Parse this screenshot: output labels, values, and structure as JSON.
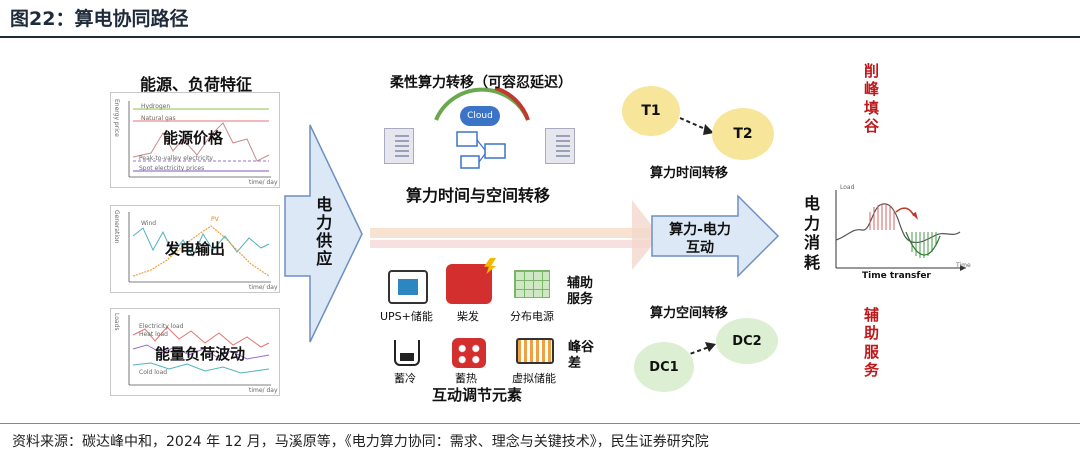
{
  "header": {
    "title": "图22：算电协同路径"
  },
  "source": "资料来源：碳达峰中和，2024 年 12 月，马溪原等，《电力算力协同：需求、理念与关键技术》，民生证券研究院",
  "left": {
    "heading": "能源、负荷特征",
    "panels": [
      {
        "label": "能源价格",
        "ylabel": "Energy price",
        "xlabel": "time/ day",
        "legend": [
          "Hydrogen",
          "Natural gas",
          "Peak-to-valley electricity",
          "Spot electricity prices"
        ]
      },
      {
        "label": "发电输出",
        "ylabel": "Generation",
        "xlabel": "time/ day",
        "legend": [
          "Wind",
          "PV"
        ]
      },
      {
        "label": "能量负荷波动",
        "ylabel": "Loads",
        "xlabel": "time/ day",
        "legend": [
          "Electricity load",
          "Heat load",
          "Cold load"
        ]
      }
    ]
  },
  "supply": {
    "label": "电力供应"
  },
  "middle": {
    "flex_title": "柔性算力转移（可容忍延迟）",
    "cloud": "Cloud",
    "transfer_title": "算力时间与空间转移",
    "interaction_title": "互动调节元素",
    "elements": [
      "UPS+储能",
      "柴发",
      "分布电源",
      "蓄冷",
      "蓄热",
      "虚拟储能"
    ],
    "aux_label": "辅助服务",
    "peak_valley_label": "峰谷差"
  },
  "interaction_arrow": {
    "label_line1": "算力-电力",
    "label_line2": "互动"
  },
  "time_shift": {
    "t1": "T1",
    "t2": "T2",
    "label": "算力时间转移"
  },
  "space_shift": {
    "dc1": "DC1",
    "dc2": "DC2",
    "label": "算力空间转移"
  },
  "consumption": {
    "label": "电力消耗",
    "load_label": "Load",
    "xaxis": "Time transfer",
    "time_label": "Time"
  },
  "right": {
    "peak_shaving": "削峰填谷",
    "aux_service": "辅助服务"
  },
  "colors": {
    "arrow_fill": "#dce8f6",
    "arrow_stroke": "#6c8fc4",
    "node_yellow": "#f7e59a",
    "node_green": "#dcefd2",
    "accent_red": "#c0171b"
  }
}
